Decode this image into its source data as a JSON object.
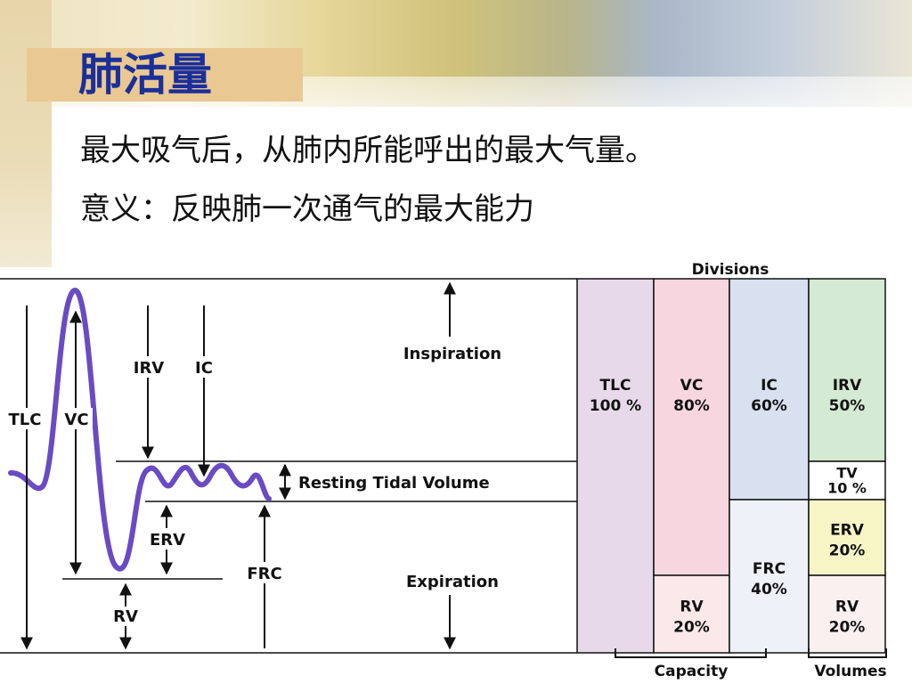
{
  "slide": {
    "title": "肺活量",
    "line1": "最大吸气后，从肺内所能呼出的最大气量。",
    "line2": "意义：反映肺一次通气的最大能力"
  },
  "diagram": {
    "left_labels": {
      "tlc": "TLC",
      "vc": "VC",
      "irv": "IRV",
      "ic": "IC",
      "erv": "ERV",
      "rv": "RV",
      "frc": "FRC",
      "inspiration": "Inspiration",
      "expiration": "Expiration",
      "resting_tidal_volume": "Resting Tidal Volume"
    },
    "divisions_title": "Divisions",
    "capacity_label": "Capacity",
    "volumes_label": "Volumes",
    "columns": [
      {
        "cells": [
          {
            "name": "TLC",
            "pct": "100 %",
            "color": "#e8d9ea"
          }
        ]
      },
      {
        "cells": [
          {
            "name": "VC",
            "pct": "80%",
            "color": "#f8d6e0"
          },
          {
            "name": "RV",
            "pct": "20%",
            "color": "#fbe8e8"
          }
        ]
      },
      {
        "cells": [
          {
            "name": "IC",
            "pct": "60%",
            "color": "#d9e1f0"
          },
          {
            "name": "FRC",
            "pct": "40%",
            "color": "#eef2f8"
          }
        ]
      },
      {
        "cells": [
          {
            "name": "IRV",
            "pct": "50%",
            "color": "#d4ead3"
          },
          {
            "name": "TV",
            "pct": "10 %",
            "color": "#ffffff"
          },
          {
            "name": "ERV",
            "pct": "20%",
            "color": "#f7f5c6"
          },
          {
            "name": "RV",
            "pct": "20%",
            "color": "#fbf0f0"
          }
        ]
      }
    ],
    "curve_color": "#6a4bc4"
  }
}
